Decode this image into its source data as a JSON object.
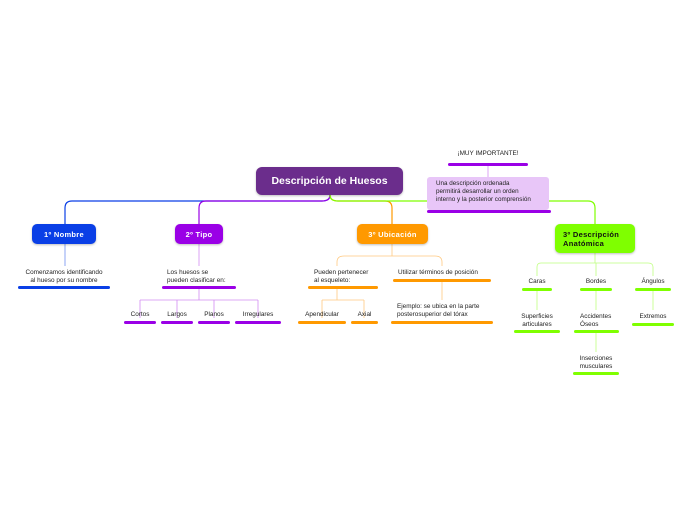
{
  "colors": {
    "central": "#6b2d8c",
    "nombre": "#0a3fe6",
    "tipo": "#9a00e6",
    "ubicacion": "#ff9900",
    "anatomica": "#7fff00",
    "callout_bg": "#e8c6f8"
  },
  "central": {
    "label": "Descripción de Huesos"
  },
  "nombre": {
    "label": "1º Nombre",
    "desc": "Comenzamos identificando\nal hueso por su nombre"
  },
  "tipo": {
    "label": "2º Tipo",
    "desc": "Los huesos se\npueden clasificar en:",
    "items": [
      "Cortos",
      "Largos",
      "Planos",
      "Irregulares"
    ]
  },
  "ubicacion": {
    "label": "3º Ubicación",
    "skeleton": "Pueden pertenecer\nal esqueleto:",
    "skeleton_items": [
      "Apendicular",
      "Axial"
    ],
    "position": "Utilizar términos de posición",
    "example": "Ejemplo: se ubica en la parte\nposterosuperior del tórax"
  },
  "anatomica": {
    "label": "3º Descripción\nAnatómica",
    "caras": "Caras",
    "caras_child": "Superficies\narticulares",
    "bordes": "Bordes",
    "bordes_child": "Accidentes\nÓseos",
    "bordes_grandchild": "Inserciones\nmusculares",
    "angulos": "Ángulos",
    "angulos_child": "Extremos"
  },
  "callout": {
    "title": "¡MUY IMPORTANTE!",
    "text": "Una descripción ordenada\npermitirá desarrollar un orden\ninterno y la posterior comprensión"
  }
}
